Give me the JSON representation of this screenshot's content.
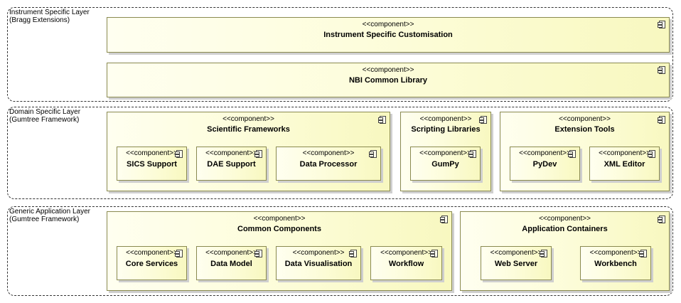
{
  "stereotype": "<<component>>",
  "layers": {
    "instrument": {
      "title_line1": "Instrument Specific Layer",
      "title_line2": "(Bragg Extensions)"
    },
    "domain": {
      "title_line1": "Domain Specific Layer",
      "title_line2": "(Gumtree Framework)"
    },
    "generic": {
      "title_line1": "Generic Application Layer",
      "title_line2": "(Gumtree Framework)"
    }
  },
  "components": {
    "instrument_customisation": "Instrument Specific Customisation",
    "nbi_common_library": "NBI Common Library",
    "scientific_frameworks": "Scientific Frameworks",
    "sics_support": "SICS Support",
    "dae_support": "DAE Support",
    "data_processor": "Data Processor",
    "scripting_libraries": "Scripting Libraries",
    "gumpy": "GumPy",
    "extension_tools": "Extension Tools",
    "pydev": "PyDev",
    "xml_editor": "XML Editor",
    "common_components": "Common Components",
    "core_services": "Core Services",
    "data_model": "Data Model",
    "data_visualisation": "Data Visualisation",
    "workflow": "Workflow",
    "application_containers": "Application Containers",
    "web_server": "Web Server",
    "workbench": "Workbench"
  }
}
